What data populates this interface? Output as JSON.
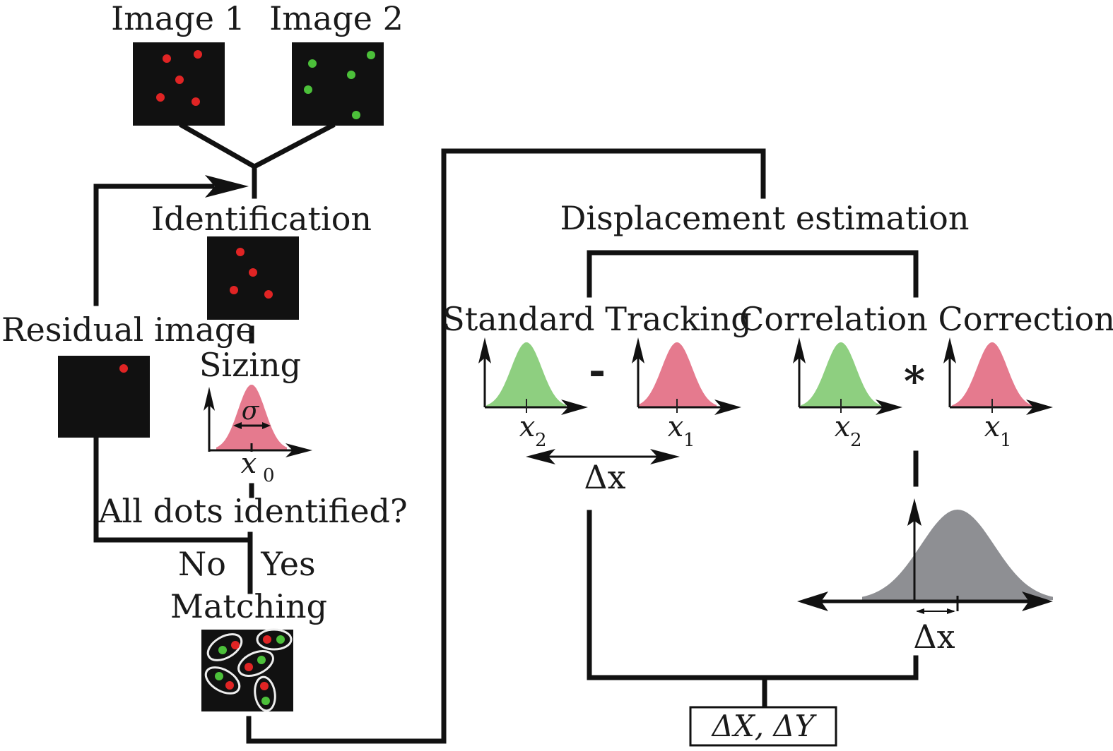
{
  "labels": {
    "image1": "Image 1",
    "image2": "Image 2",
    "identification": "Identification",
    "residual_image": "Residual image",
    "sizing": "Sizing",
    "sigma": "σ",
    "x0": "x",
    "x0_sub": "0",
    "all_dots": "All dots identified?",
    "no": "No",
    "yes": "Yes",
    "matching": "Matching",
    "displacement_estimation": "Displacement estimation",
    "standard_tracking": "Standard Tracking",
    "correlation_correction": "Correlation Correction",
    "x2": "x",
    "x2_sub": "2",
    "x1": "x",
    "x1_sub": "1",
    "minus": "-",
    "convolve": "*",
    "delta_x": "Δx",
    "result": "ΔX, ΔY"
  },
  "colors": {
    "red_dot": "#e02424",
    "green_dot": "#4cc03a",
    "red_gauss": "#e57a8e",
    "green_gauss": "#8ecf80",
    "gray_gauss": "#8e8f93",
    "panel_bg": "#111111",
    "line": "#111111"
  },
  "panels": {
    "image1_dots": "red",
    "image2_dots": "green",
    "identification_dots": "red",
    "residual_dots": "red",
    "matching_pairs": 5
  }
}
